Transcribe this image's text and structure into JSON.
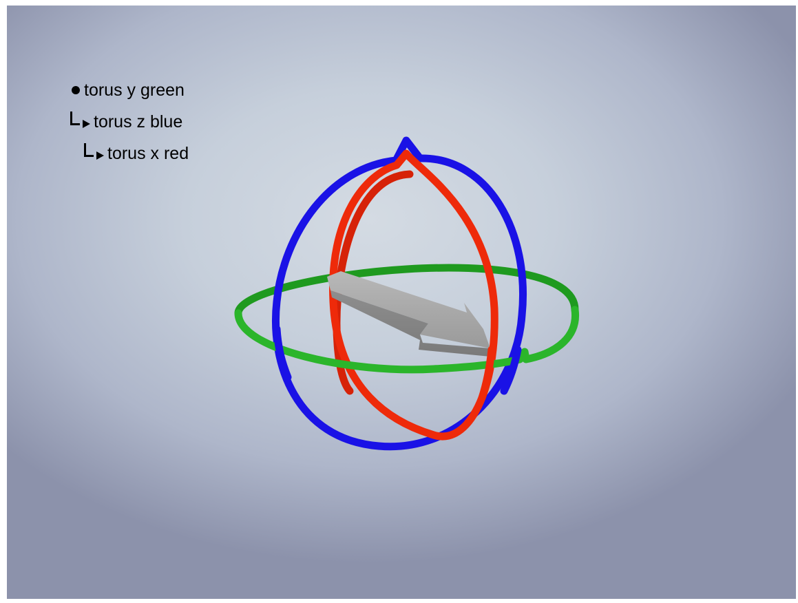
{
  "hierarchy": {
    "items": [
      {
        "label": "torus y green",
        "level": 0
      },
      {
        "label": "torus z blue",
        "level": 1
      },
      {
        "label": "torus x red",
        "level": 2
      }
    ]
  },
  "scene": {
    "background": "#c4ccd8",
    "colors": {
      "green_torus": "#2bb52b",
      "blue_torus": "#1a12e6",
      "red_torus": "#ee2a0a",
      "arrow": "#a9a9a9"
    }
  }
}
